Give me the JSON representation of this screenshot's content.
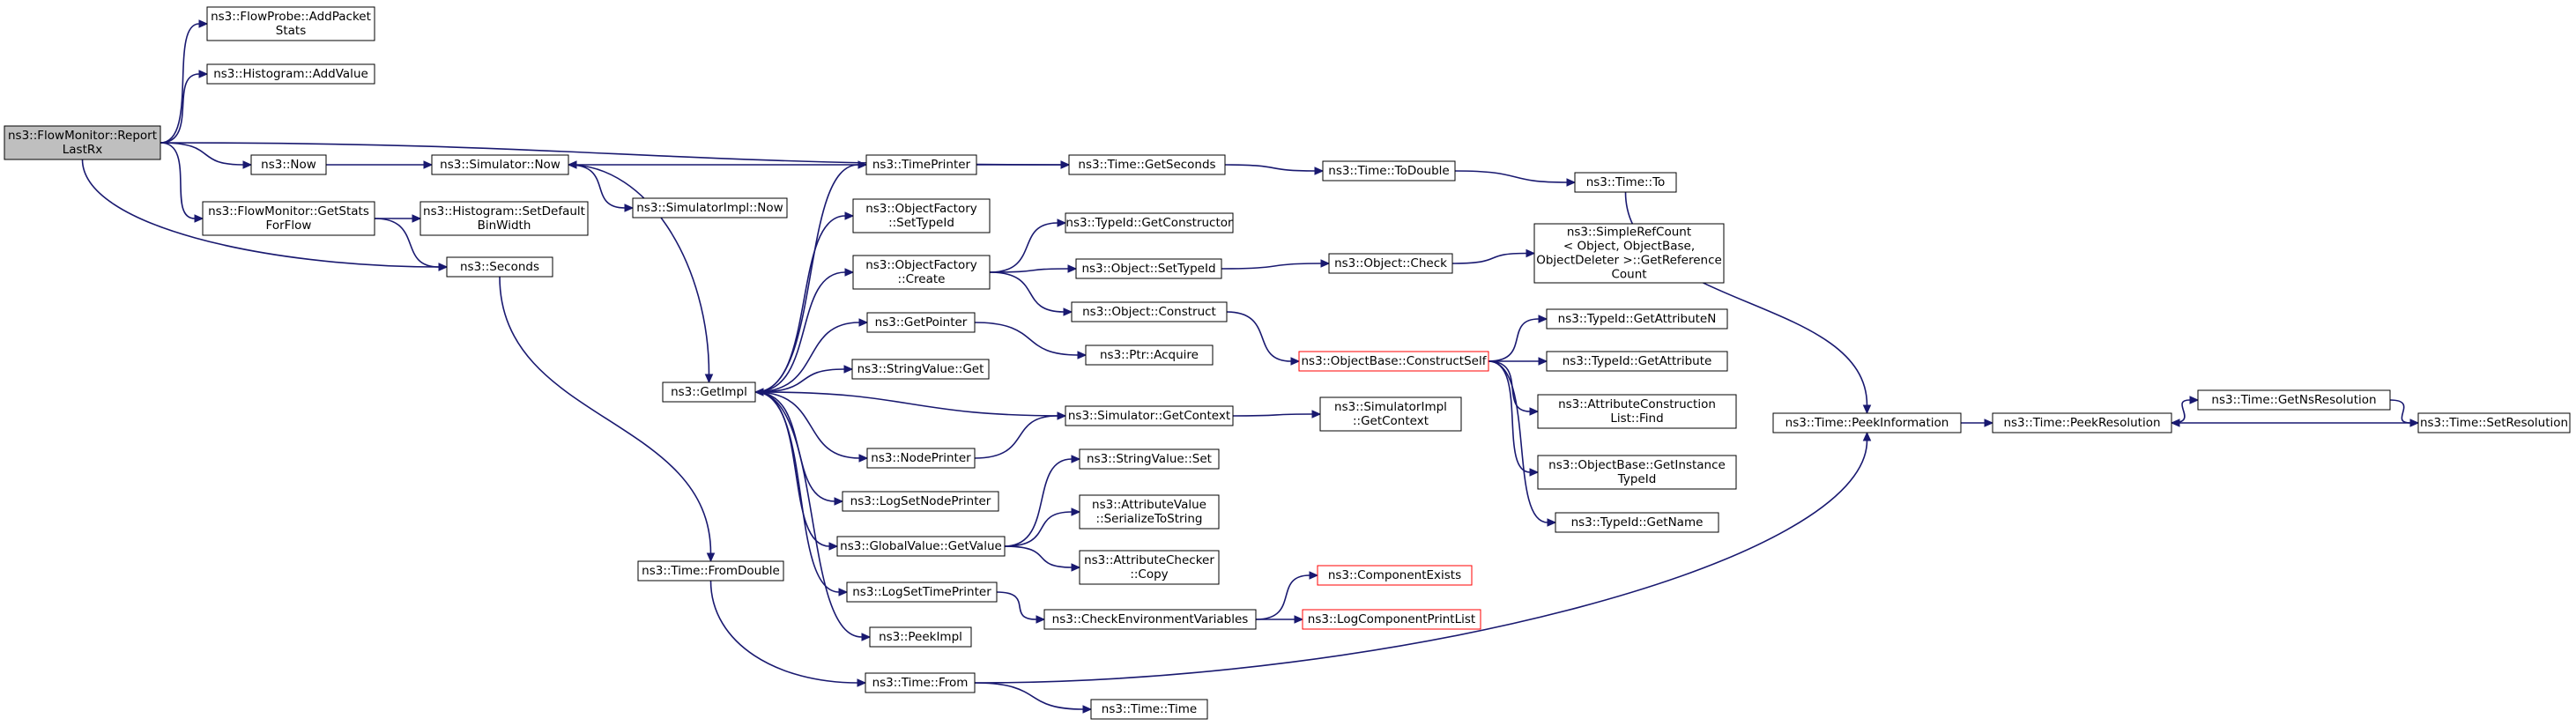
{
  "colors": {
    "edge": "#191970",
    "root_fill": "#bfbfbf",
    "error_border": "#ff0000",
    "border": "#000000"
  },
  "nodes": [
    {
      "id": "flowmonitor_reportlastrx",
      "lines": [
        "ns3::FlowMonitor::Report",
        "LastRx"
      ],
      "style": "root"
    },
    {
      "id": "flowprobe_addpacketstats",
      "lines": [
        "ns3::FlowProbe::AddPacket",
        "Stats"
      ]
    },
    {
      "id": "histogram_addvalue",
      "lines": [
        "ns3::Histogram::AddValue"
      ]
    },
    {
      "id": "now",
      "lines": [
        "ns3::Now"
      ]
    },
    {
      "id": "flowmonitor_getstatsforflow",
      "lines": [
        "ns3::FlowMonitor::GetStats",
        "ForFlow"
      ]
    },
    {
      "id": "seconds",
      "lines": [
        "ns3::Seconds"
      ]
    },
    {
      "id": "simulator_now",
      "lines": [
        "ns3::Simulator::Now"
      ]
    },
    {
      "id": "histogram_setdefaultbinwidth",
      "lines": [
        "ns3::Histogram::SetDefault",
        "BinWidth"
      ]
    },
    {
      "id": "time_fromdouble",
      "lines": [
        "ns3::Time::FromDouble"
      ]
    },
    {
      "id": "simulatorimpl_now",
      "lines": [
        "ns3::SimulatorImpl::Now"
      ]
    },
    {
      "id": "getimpl",
      "lines": [
        "ns3::GetImpl"
      ]
    },
    {
      "id": "timeprinter",
      "lines": [
        "ns3::TimePrinter"
      ]
    },
    {
      "id": "objectfactory_settypeid",
      "lines": [
        "ns3::ObjectFactory",
        "::SetTypeId"
      ]
    },
    {
      "id": "objectfactory_create",
      "lines": [
        "ns3::ObjectFactory",
        "::Create"
      ]
    },
    {
      "id": "getpointer",
      "lines": [
        "ns3::GetPointer"
      ]
    },
    {
      "id": "stringvalue_get",
      "lines": [
        "ns3::StringValue::Get"
      ]
    },
    {
      "id": "nodeprinter",
      "lines": [
        "ns3::NodePrinter"
      ]
    },
    {
      "id": "logsetnodeprinter",
      "lines": [
        "ns3::LogSetNodePrinter"
      ]
    },
    {
      "id": "globalvalue_getvalue",
      "lines": [
        "ns3::GlobalValue::GetValue"
      ]
    },
    {
      "id": "logsettimeprinter",
      "lines": [
        "ns3::LogSetTimePrinter"
      ]
    },
    {
      "id": "peekimpl",
      "lines": [
        "ns3::PeekImpl"
      ]
    },
    {
      "id": "time_from",
      "lines": [
        "ns3::Time::From"
      ]
    },
    {
      "id": "time_getseconds",
      "lines": [
        "ns3::Time::GetSeconds"
      ]
    },
    {
      "id": "typeid_getconstructor",
      "lines": [
        "ns3::TypeId::GetConstructor"
      ]
    },
    {
      "id": "object_settypeid",
      "lines": [
        "ns3::Object::SetTypeId"
      ]
    },
    {
      "id": "object_construct",
      "lines": [
        "ns3::Object::Construct"
      ]
    },
    {
      "id": "ptr_acquire",
      "lines": [
        "ns3::Ptr::Acquire"
      ]
    },
    {
      "id": "simulator_getcontext",
      "lines": [
        "ns3::Simulator::GetContext"
      ]
    },
    {
      "id": "stringvalue_set",
      "lines": [
        "ns3::StringValue::Set"
      ]
    },
    {
      "id": "attributevalue_serializetostring",
      "lines": [
        "ns3::AttributeValue",
        "::SerializeToString"
      ]
    },
    {
      "id": "attributechecker_copy",
      "lines": [
        "ns3::AttributeChecker",
        "::Copy"
      ]
    },
    {
      "id": "checkenvironmentvariables",
      "lines": [
        "ns3::CheckEnvironmentVariables"
      ]
    },
    {
      "id": "time_time",
      "lines": [
        "ns3::Time::Time"
      ]
    },
    {
      "id": "time_todouble",
      "lines": [
        "ns3::Time::ToDouble"
      ]
    },
    {
      "id": "object_check",
      "lines": [
        "ns3::Object::Check"
      ]
    },
    {
      "id": "objectbase_constructself",
      "lines": [
        "ns3::ObjectBase::ConstructSelf"
      ],
      "style": "red"
    },
    {
      "id": "simulatorimpl_getcontext",
      "lines": [
        "ns3::SimulatorImpl",
        "::GetContext"
      ]
    },
    {
      "id": "componentexists",
      "lines": [
        "ns3::ComponentExists"
      ],
      "style": "red"
    },
    {
      "id": "logcomponentprintlist",
      "lines": [
        "ns3::LogComponentPrintList"
      ],
      "style": "red"
    },
    {
      "id": "time_to",
      "lines": [
        "ns3::Time::To"
      ]
    },
    {
      "id": "simplerefcount_getreferencecount",
      "lines": [
        "ns3::SimpleRefCount",
        "< Object, ObjectBase,",
        "ObjectDeleter >::GetReference",
        "Count"
      ]
    },
    {
      "id": "typeid_getattributen",
      "lines": [
        "ns3::TypeId::GetAttributeN"
      ]
    },
    {
      "id": "typeid_getattribute",
      "lines": [
        "ns3::TypeId::GetAttribute"
      ]
    },
    {
      "id": "attributeconstructionlist_find",
      "lines": [
        "ns3::AttributeConstruction",
        "List::Find"
      ]
    },
    {
      "id": "objectbase_getinstancetypeid",
      "lines": [
        "ns3::ObjectBase::GetInstance",
        "TypeId"
      ]
    },
    {
      "id": "typeid_getname",
      "lines": [
        "ns3::TypeId::GetName"
      ]
    },
    {
      "id": "time_peekinformation",
      "lines": [
        "ns3::Time::PeekInformation"
      ]
    },
    {
      "id": "time_peekresolution",
      "lines": [
        "ns3::Time::PeekResolution"
      ]
    },
    {
      "id": "time_getnsresolution",
      "lines": [
        "ns3::Time::GetNsResolution"
      ]
    },
    {
      "id": "time_setresolution",
      "lines": [
        "ns3::Time::SetResolution"
      ]
    }
  ],
  "edges": [
    [
      "flowmonitor_reportlastrx",
      "flowprobe_addpacketstats"
    ],
    [
      "flowmonitor_reportlastrx",
      "histogram_addvalue"
    ],
    [
      "flowmonitor_reportlastrx",
      "time_getseconds"
    ],
    [
      "flowmonitor_reportlastrx",
      "now"
    ],
    [
      "flowmonitor_reportlastrx",
      "flowmonitor_getstatsforflow"
    ],
    [
      "flowmonitor_reportlastrx",
      "seconds"
    ],
    [
      "now",
      "simulator_now"
    ],
    [
      "flowmonitor_getstatsforflow",
      "histogram_setdefaultbinwidth"
    ],
    [
      "flowmonitor_getstatsforflow",
      "seconds"
    ],
    [
      "seconds",
      "time_fromdouble"
    ],
    [
      "simulator_now",
      "simulatorimpl_now"
    ],
    [
      "simulator_now",
      "getimpl"
    ],
    [
      "time_fromdouble",
      "time_from"
    ],
    [
      "getimpl",
      "timeprinter"
    ],
    [
      "getimpl",
      "objectfactory_settypeid"
    ],
    [
      "getimpl",
      "objectfactory_create"
    ],
    [
      "getimpl",
      "getpointer"
    ],
    [
      "getimpl",
      "stringvalue_get"
    ],
    [
      "getimpl",
      "nodeprinter"
    ],
    [
      "getimpl",
      "logsetnodeprinter"
    ],
    [
      "getimpl",
      "globalvalue_getvalue"
    ],
    [
      "getimpl",
      "logsettimeprinter"
    ],
    [
      "getimpl",
      "peekimpl"
    ],
    [
      "timeprinter",
      "simulator_now"
    ],
    [
      "timeprinter",
      "time_getseconds"
    ],
    [
      "objectfactory_create",
      "typeid_getconstructor"
    ],
    [
      "objectfactory_create",
      "object_settypeid"
    ],
    [
      "objectfactory_create",
      "object_construct"
    ],
    [
      "getpointer",
      "ptr_acquire"
    ],
    [
      "simulator_getcontext",
      "getimpl"
    ],
    [
      "simulator_getcontext",
      "simulatorimpl_getcontext"
    ],
    [
      "nodeprinter",
      "simulator_getcontext"
    ],
    [
      "globalvalue_getvalue",
      "stringvalue_set"
    ],
    [
      "globalvalue_getvalue",
      "attributevalue_serializetostring"
    ],
    [
      "globalvalue_getvalue",
      "attributechecker_copy"
    ],
    [
      "logsettimeprinter",
      "checkenvironmentvariables"
    ],
    [
      "checkenvironmentvariables",
      "componentexists"
    ],
    [
      "checkenvironmentvariables",
      "logcomponentprintlist"
    ],
    [
      "time_from",
      "time_time"
    ],
    [
      "time_from",
      "time_peekinformation"
    ],
    [
      "time_getseconds",
      "time_todouble"
    ],
    [
      "time_todouble",
      "time_to"
    ],
    [
      "time_to",
      "time_peekinformation"
    ],
    [
      "object_settypeid",
      "object_check"
    ],
    [
      "object_check",
      "simplerefcount_getreferencecount"
    ],
    [
      "object_construct",
      "objectbase_constructself"
    ],
    [
      "objectbase_constructself",
      "typeid_getattributen"
    ],
    [
      "objectbase_constructself",
      "typeid_getattribute"
    ],
    [
      "objectbase_constructself",
      "attributeconstructionlist_find"
    ],
    [
      "objectbase_constructself",
      "objectbase_getinstancetypeid"
    ],
    [
      "objectbase_constructself",
      "typeid_getname"
    ],
    [
      "time_peekinformation",
      "time_peekresolution"
    ],
    [
      "time_peekresolution",
      "time_getnsresolution"
    ],
    [
      "time_getnsresolution",
      "time_setresolution"
    ],
    [
      "time_setresolution",
      "time_peekresolution"
    ]
  ]
}
